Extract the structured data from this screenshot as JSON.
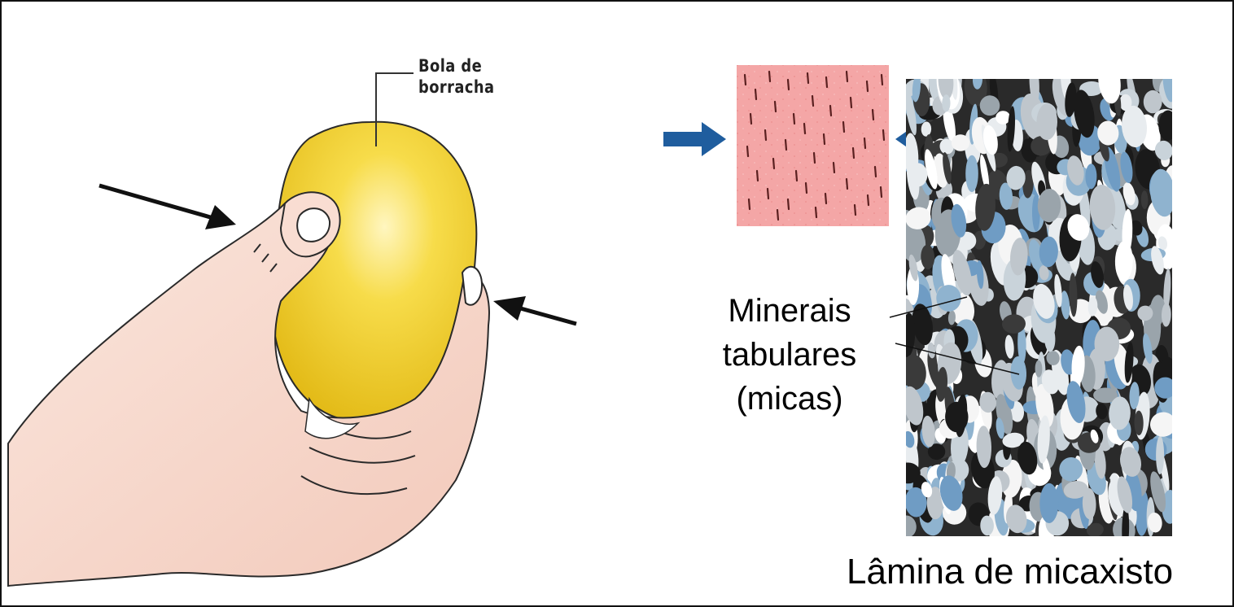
{
  "labels": {
    "ball_line1": "Bola de",
    "ball_line2": "borracha",
    "minerals_line1": "Minerais",
    "minerals_line2": "tabulares",
    "minerals_line3": "(micas)",
    "lamina": "Lâmina de micaxisto"
  },
  "colors": {
    "ball": "#f2cf2a",
    "skin": "#f7d9ce",
    "pink_block": "#f2a1a1",
    "blue_arrow": "#1f5d9e",
    "black_arrow": "#111111"
  },
  "icons": {
    "left_black_arrow": "arrow-right-icon",
    "right_black_arrow": "arrow-left-icon",
    "left_blue_arrow": "arrow-right-icon",
    "right_blue_arrow": "arrow-left-icon"
  }
}
